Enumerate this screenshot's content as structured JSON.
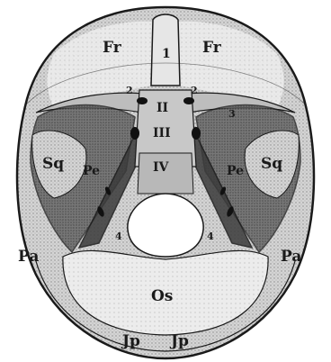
{
  "figure": {
    "labels": {
      "fr_left": "Fr",
      "fr_right": "Fr",
      "fossa_1": "1",
      "fossa_2_left": "2",
      "fossa_2_right": "2",
      "fossa_3": "3",
      "roman_II": "II",
      "roman_III": "III",
      "roman_IV": "IV",
      "sq_left": "Sq",
      "sq_right": "Sq",
      "pe_left": "Pe",
      "pe_right": "Pe",
      "pa_left": "Pa",
      "pa_right": "Pa",
      "fossa_4_left": "4",
      "fossa_4_right": "4",
      "os": "Os",
      "jp_left": "Jp",
      "jp_right": "Jp"
    },
    "colors": {
      "ink": "#1a1a1a",
      "bone": "#d9d9d9",
      "shadow": "#4a4a4a",
      "background": "#ffffff"
    }
  }
}
